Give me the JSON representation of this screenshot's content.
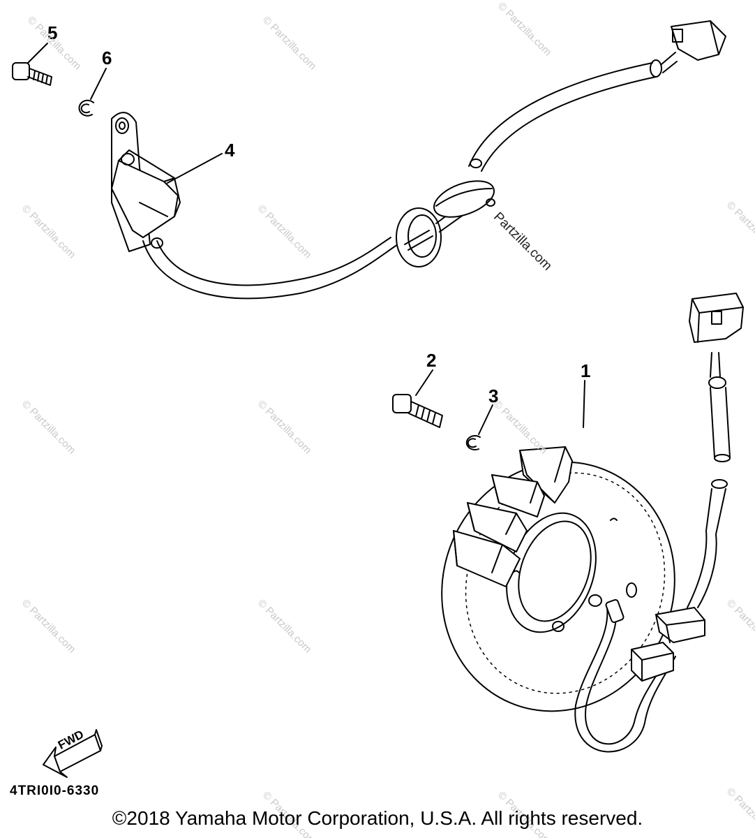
{
  "callouts": [
    {
      "id": "part-1",
      "label": "1"
    },
    {
      "id": "part-2",
      "label": "2"
    },
    {
      "id": "part-3",
      "label": "3"
    },
    {
      "id": "part-4",
      "label": "4"
    },
    {
      "id": "part-5",
      "label": "5"
    },
    {
      "id": "part-6",
      "label": "6"
    }
  ],
  "watermark": {
    "text": "© Partzilla.com",
    "main_text": "Partzilla.com"
  },
  "fwd_label": "FWD",
  "diagram_code": "4TRI0I0-6330",
  "copyright": "©2018 Yamaha Motor Corporation, U.S.A. All rights reserved."
}
